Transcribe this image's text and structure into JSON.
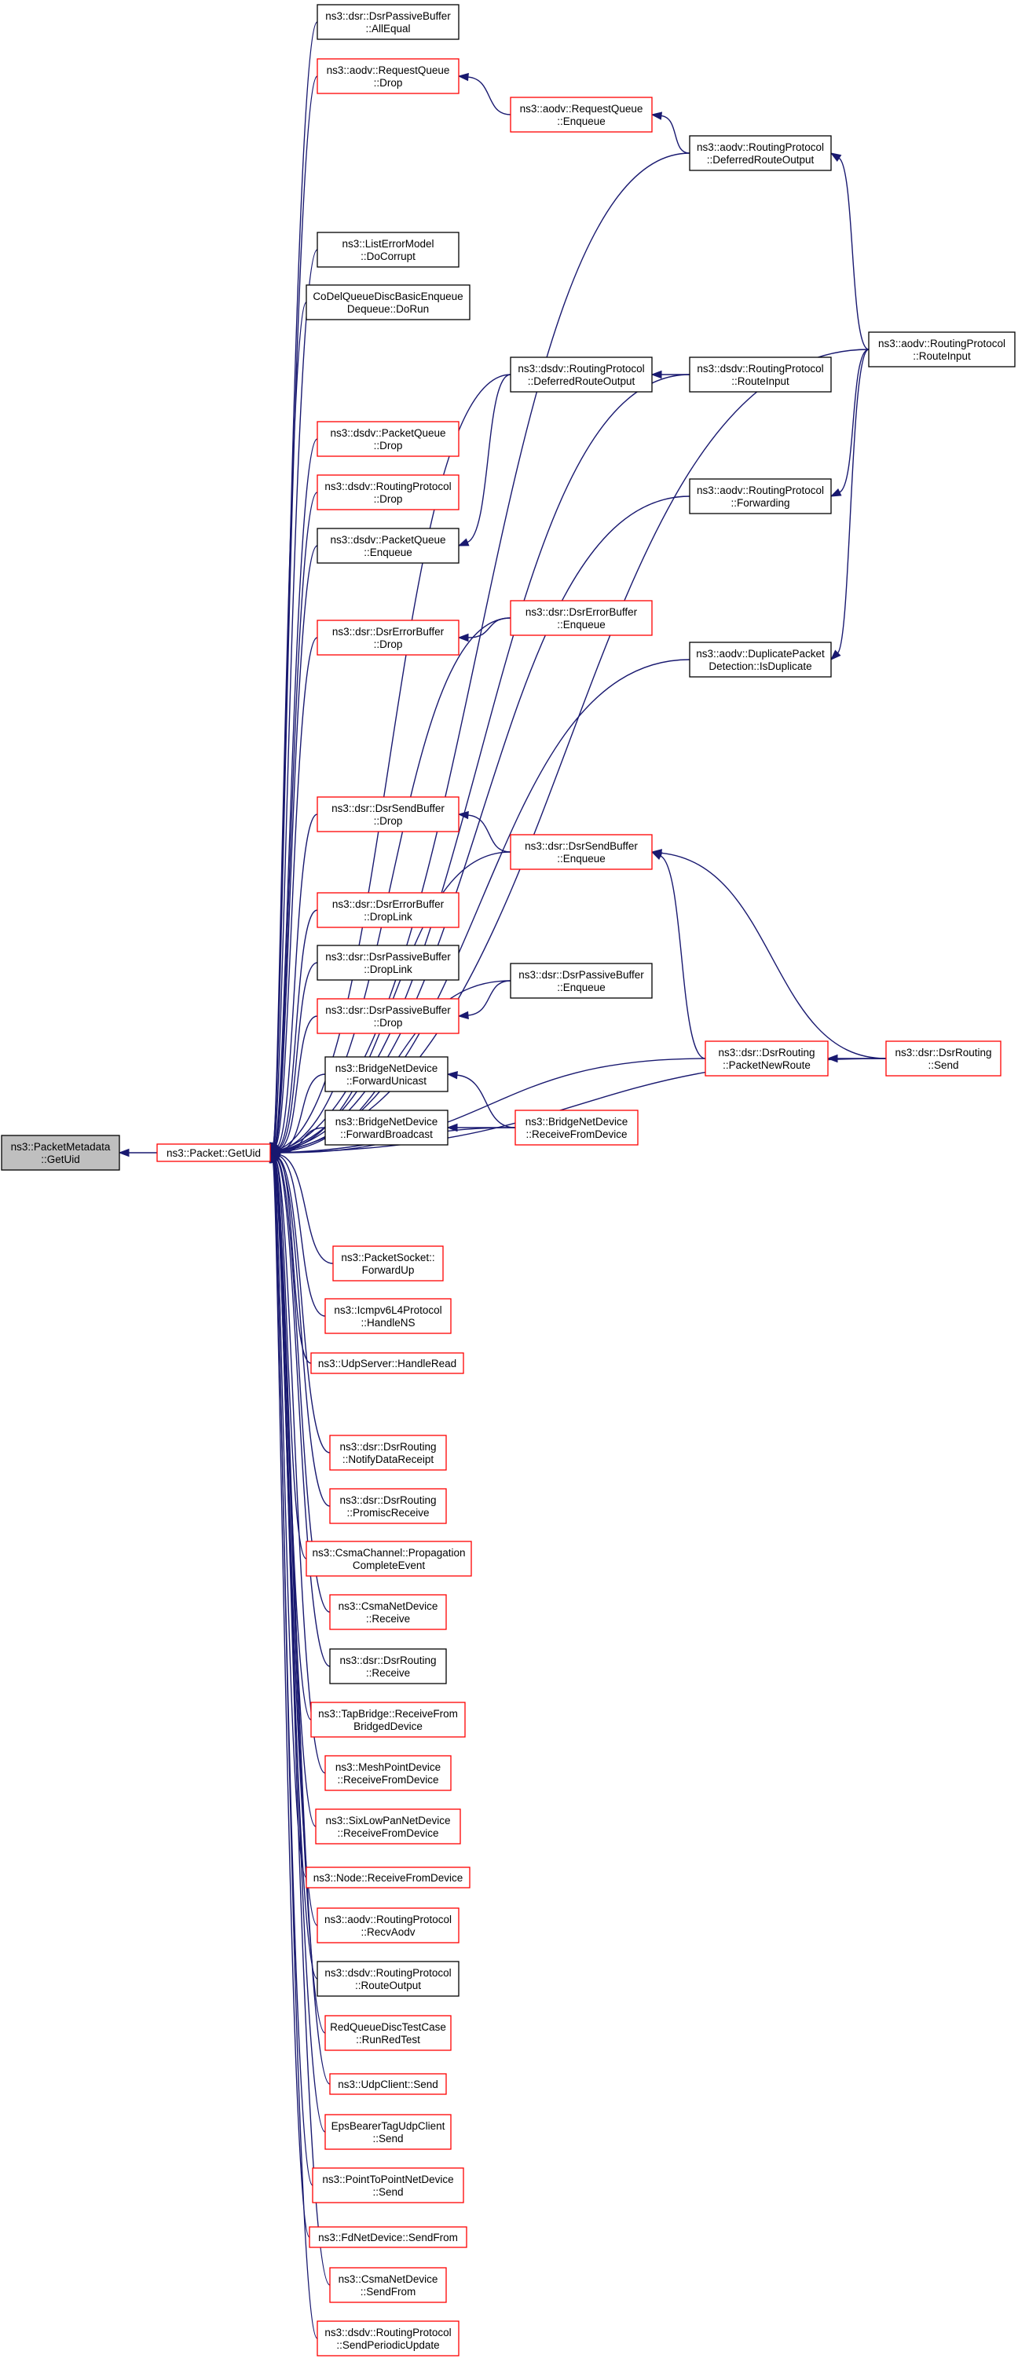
{
  "colors": {
    "edge": "#191970",
    "border_red": "#ff0000",
    "border_black": "#000000",
    "focus_fill": "#bfbfbf",
    "node_fill": "#ffffff"
  },
  "nodes": [
    {
      "id": "pm_getuid",
      "lines": [
        "ns3::PacketMetadata",
        "::GetUid"
      ],
      "border": "focus"
    },
    {
      "id": "packet_getuid",
      "lines": [
        "ns3::Packet::GetUid"
      ],
      "border": "red"
    },
    {
      "id": "dsr_passive_allequal",
      "lines": [
        "ns3::dsr::DsrPassiveBuffer",
        "::AllEqual"
      ],
      "border": "black"
    },
    {
      "id": "aodv_rq_drop",
      "lines": [
        "ns3::aodv::RequestQueue",
        "::Drop"
      ],
      "border": "red"
    },
    {
      "id": "aodv_rq_enqueue",
      "lines": [
        "ns3::aodv::RequestQueue",
        "::Enqueue"
      ],
      "border": "red"
    },
    {
      "id": "aodv_rp_deferred",
      "lines": [
        "ns3::aodv::RoutingProtocol",
        "::DeferredRouteOutput"
      ],
      "border": "black"
    },
    {
      "id": "listerror_docorrupt",
      "lines": [
        "ns3::ListErrorModel",
        "::DoCorrupt"
      ],
      "border": "black"
    },
    {
      "id": "codel_dorun",
      "lines": [
        "CoDelQueueDiscBasicEnqueue",
        "Dequeue::DoRun"
      ],
      "border": "black"
    },
    {
      "id": "aodv_rp_routeinput",
      "lines": [
        "ns3::aodv::RoutingProtocol",
        "::RouteInput"
      ],
      "border": "black"
    },
    {
      "id": "dsdv_rp_deferred",
      "lines": [
        "ns3::dsdv::RoutingProtocol",
        "::DeferredRouteOutput"
      ],
      "border": "black"
    },
    {
      "id": "dsdv_rp_routeinput",
      "lines": [
        "ns3::dsdv::RoutingProtocol",
        "::RouteInput"
      ],
      "border": "black"
    },
    {
      "id": "dsdv_pq_drop",
      "lines": [
        "ns3::dsdv::PacketQueue",
        "::Drop"
      ],
      "border": "red"
    },
    {
      "id": "dsdv_rp_drop",
      "lines": [
        "ns3::dsdv::RoutingProtocol",
        "::Drop"
      ],
      "border": "red"
    },
    {
      "id": "aodv_rp_forwarding",
      "lines": [
        "ns3::aodv::RoutingProtocol",
        "::Forwarding"
      ],
      "border": "black"
    },
    {
      "id": "dsdv_pq_enqueue",
      "lines": [
        "ns3::dsdv::PacketQueue",
        "::Enqueue"
      ],
      "border": "black"
    },
    {
      "id": "dsr_errorbuffer_drop",
      "lines": [
        "ns3::dsr::DsrErrorBuffer",
        "::Drop"
      ],
      "border": "red"
    },
    {
      "id": "dsr_errorbuffer_enqueue",
      "lines": [
        "ns3::dsr::DsrErrorBuffer",
        "::Enqueue"
      ],
      "border": "red"
    },
    {
      "id": "aodv_dup_isduplicate",
      "lines": [
        "ns3::aodv::DuplicatePacket",
        "Detection::IsDuplicate"
      ],
      "border": "black"
    },
    {
      "id": "dsr_sendbuffer_drop",
      "lines": [
        "ns3::dsr::DsrSendBuffer",
        "::Drop"
      ],
      "border": "red"
    },
    {
      "id": "dsr_sendbuffer_enqueue",
      "lines": [
        "ns3::dsr::DsrSendBuffer",
        "::Enqueue"
      ],
      "border": "red"
    },
    {
      "id": "dsr_errorbuffer_droplink",
      "lines": [
        "ns3::dsr::DsrErrorBuffer",
        "::DropLink"
      ],
      "border": "red"
    },
    {
      "id": "dsr_passive_droplink",
      "lines": [
        "ns3::dsr::DsrPassiveBuffer",
        "::DropLink"
      ],
      "border": "black"
    },
    {
      "id": "dsr_passive_enqueue",
      "lines": [
        "ns3::dsr::DsrPassiveBuffer",
        "::Enqueue"
      ],
      "border": "black"
    },
    {
      "id": "dsr_passive_drop",
      "lines": [
        "ns3::dsr::DsrPassiveBuffer",
        "::Drop"
      ],
      "border": "red"
    },
    {
      "id": "dsr_routing_packetnewroute",
      "lines": [
        "ns3::dsr::DsrRouting",
        "::PacketNewRoute"
      ],
      "border": "red"
    },
    {
      "id": "dsr_routing_send",
      "lines": [
        "ns3::dsr::DsrRouting",
        "::Send"
      ],
      "border": "red"
    },
    {
      "id": "bridge_forwardunicast",
      "lines": [
        "ns3::BridgeNetDevice",
        "::ForwardUnicast"
      ],
      "border": "black"
    },
    {
      "id": "bridge_forwardbroadcast",
      "lines": [
        "ns3::BridgeNetDevice",
        "::ForwardBroadcast"
      ],
      "border": "black"
    },
    {
      "id": "bridge_receivefromdevice",
      "lines": [
        "ns3::BridgeNetDevice",
        "::ReceiveFromDevice"
      ],
      "border": "red"
    },
    {
      "id": "packetsocket_forwardup",
      "lines": [
        "ns3::PacketSocket::",
        "ForwardUp"
      ],
      "border": "red"
    },
    {
      "id": "icmpv6l4_handlens",
      "lines": [
        "ns3::Icmpv6L4Protocol",
        "::HandleNS"
      ],
      "border": "red"
    },
    {
      "id": "udpserver_handleread",
      "lines": [
        "ns3::UdpServer::HandleRead"
      ],
      "border": "red"
    },
    {
      "id": "dsr_routing_notifydatareceipt",
      "lines": [
        "ns3::dsr::DsrRouting",
        "::NotifyDataReceipt"
      ],
      "border": "red"
    },
    {
      "id": "dsr_routing_promiscreceive",
      "lines": [
        "ns3::dsr::DsrRouting",
        "::PromiscReceive"
      ],
      "border": "red"
    },
    {
      "id": "csmachannel_propagation",
      "lines": [
        "ns3::CsmaChannel::Propagation",
        "CompleteEvent"
      ],
      "border": "red"
    },
    {
      "id": "csmanetdevice_receive",
      "lines": [
        "ns3::CsmaNetDevice",
        "::Receive"
      ],
      "border": "red"
    },
    {
      "id": "dsr_routing_receive",
      "lines": [
        "ns3::dsr::DsrRouting",
        "::Receive"
      ],
      "border": "black"
    },
    {
      "id": "tapbridge_receivefrom",
      "lines": [
        "ns3::TapBridge::ReceiveFrom",
        "BridgedDevice"
      ],
      "border": "red"
    },
    {
      "id": "meshpoint_receivefromdevice",
      "lines": [
        "ns3::MeshPointDevice",
        "::ReceiveFromDevice"
      ],
      "border": "red"
    },
    {
      "id": "sixlowpan_receivefromdevice",
      "lines": [
        "ns3::SixLowPanNetDevice",
        "::ReceiveFromDevice"
      ],
      "border": "red"
    },
    {
      "id": "node_receivefromdevice",
      "lines": [
        "ns3::Node::ReceiveFromDevice"
      ],
      "border": "red"
    },
    {
      "id": "aodv_rp_recvaodv",
      "lines": [
        "ns3::aodv::RoutingProtocol",
        "::RecvAodv"
      ],
      "border": "red"
    },
    {
      "id": "dsdv_rp_routeoutput",
      "lines": [
        "ns3::dsdv::RoutingProtocol",
        "::RouteOutput"
      ],
      "border": "black"
    },
    {
      "id": "redqueue_runredtest",
      "lines": [
        "RedQueueDiscTestCase",
        "::RunRedTest"
      ],
      "border": "red"
    },
    {
      "id": "udpclient_send",
      "lines": [
        "ns3::UdpClient::Send"
      ],
      "border": "red"
    },
    {
      "id": "epsbearer_send",
      "lines": [
        "EpsBearerTagUdpClient",
        "::Send"
      ],
      "border": "red"
    },
    {
      "id": "p2pnetdevice_send",
      "lines": [
        "ns3::PointToPointNetDevice",
        "::Send"
      ],
      "border": "red"
    },
    {
      "id": "fdnetdevice_sendfrom",
      "lines": [
        "ns3::FdNetDevice::SendFrom"
      ],
      "border": "red"
    },
    {
      "id": "csmanetdevice_sendfrom",
      "lines": [
        "ns3::CsmaNetDevice",
        "::SendFrom"
      ],
      "border": "red"
    },
    {
      "id": "dsdv_rp_sendperiodicupdate",
      "lines": [
        "ns3::dsdv::RoutingProtocol",
        "::SendPeriodicUpdate"
      ],
      "border": "red"
    }
  ],
  "edges": [
    [
      "packet_getuid",
      "pm_getuid"
    ],
    [
      "dsr_passive_allequal",
      "packet_getuid"
    ],
    [
      "aodv_rq_drop",
      "packet_getuid"
    ],
    [
      "aodv_rq_enqueue",
      "aodv_rq_drop"
    ],
    [
      "aodv_rp_deferred",
      "aodv_rq_enqueue"
    ],
    [
      "aodv_rp_deferred",
      "packet_getuid"
    ],
    [
      "aodv_rp_routeinput",
      "aodv_rp_deferred"
    ],
    [
      "aodv_rp_routeinput",
      "packet_getuid"
    ],
    [
      "listerror_docorrupt",
      "packet_getuid"
    ],
    [
      "codel_dorun",
      "packet_getuid"
    ],
    [
      "dsdv_rp_routeinput",
      "packet_getuid"
    ],
    [
      "dsdv_rp_routeinput",
      "dsdv_rp_deferred"
    ],
    [
      "dsdv_rp_deferred",
      "packet_getuid"
    ],
    [
      "dsdv_rp_deferred",
      "dsdv_pq_enqueue"
    ],
    [
      "dsdv_pq_drop",
      "packet_getuid"
    ],
    [
      "dsdv_rp_drop",
      "packet_getuid"
    ],
    [
      "dsdv_pq_enqueue",
      "packet_getuid"
    ],
    [
      "aodv_rp_routeinput",
      "aodv_rp_forwarding"
    ],
    [
      "aodv_rp_forwarding",
      "packet_getuid"
    ],
    [
      "dsr_errorbuffer_enqueue",
      "packet_getuid"
    ],
    [
      "dsr_errorbuffer_enqueue",
      "dsr_errorbuffer_drop"
    ],
    [
      "dsr_errorbuffer_drop",
      "packet_getuid"
    ],
    [
      "aodv_rp_routeinput",
      "aodv_dup_isduplicate"
    ],
    [
      "aodv_dup_isduplicate",
      "packet_getuid"
    ],
    [
      "dsr_sendbuffer_enqueue",
      "packet_getuid"
    ],
    [
      "dsr_sendbuffer_enqueue",
      "dsr_sendbuffer_drop"
    ],
    [
      "dsr_sendbuffer_drop",
      "packet_getuid"
    ],
    [
      "dsr_errorbuffer_droplink",
      "packet_getuid"
    ],
    [
      "dsr_passive_enqueue",
      "packet_getuid"
    ],
    [
      "dsr_passive_droplink",
      "packet_getuid"
    ],
    [
      "dsr_passive_enqueue",
      "dsr_passive_drop"
    ],
    [
      "dsr_passive_drop",
      "packet_getuid"
    ],
    [
      "dsr_routing_packetnewroute",
      "dsr_sendbuffer_enqueue"
    ],
    [
      "dsr_routing_send",
      "dsr_sendbuffer_enqueue"
    ],
    [
      "dsr_routing_send",
      "dsr_routing_packetnewroute"
    ],
    [
      "dsr_routing_packetnewroute",
      "packet_getuid"
    ],
    [
      "dsr_routing_send",
      "packet_getuid"
    ],
    [
      "bridge_receivefromdevice",
      "bridge_forwardunicast"
    ],
    [
      "bridge_receivefromdevice",
      "bridge_forwardbroadcast"
    ],
    [
      "bridge_receivefromdevice",
      "packet_getuid"
    ],
    [
      "bridge_forwardunicast",
      "packet_getuid"
    ],
    [
      "bridge_forwardbroadcast",
      "packet_getuid"
    ],
    [
      "packetsocket_forwardup",
      "packet_getuid"
    ],
    [
      "icmpv6l4_handlens",
      "packet_getuid"
    ],
    [
      "udpserver_handleread",
      "packet_getuid"
    ],
    [
      "dsr_routing_notifydatareceipt",
      "packet_getuid"
    ],
    [
      "dsr_routing_promiscreceive",
      "packet_getuid"
    ],
    [
      "csmachannel_propagation",
      "packet_getuid"
    ],
    [
      "csmanetdevice_receive",
      "packet_getuid"
    ],
    [
      "dsr_routing_receive",
      "packet_getuid"
    ],
    [
      "tapbridge_receivefrom",
      "packet_getuid"
    ],
    [
      "meshpoint_receivefromdevice",
      "packet_getuid"
    ],
    [
      "sixlowpan_receivefromdevice",
      "packet_getuid"
    ],
    [
      "node_receivefromdevice",
      "packet_getuid"
    ],
    [
      "aodv_rp_recvaodv",
      "packet_getuid"
    ],
    [
      "dsdv_rp_routeoutput",
      "packet_getuid"
    ],
    [
      "redqueue_runredtest",
      "packet_getuid"
    ],
    [
      "udpclient_send",
      "packet_getuid"
    ],
    [
      "epsbearer_send",
      "packet_getuid"
    ],
    [
      "p2pnetdevice_send",
      "packet_getuid"
    ],
    [
      "fdnetdevice_sendfrom",
      "packet_getuid"
    ],
    [
      "csmanetdevice_sendfrom",
      "packet_getuid"
    ],
    [
      "dsdv_rp_sendperiodicupdate",
      "packet_getuid"
    ]
  ]
}
